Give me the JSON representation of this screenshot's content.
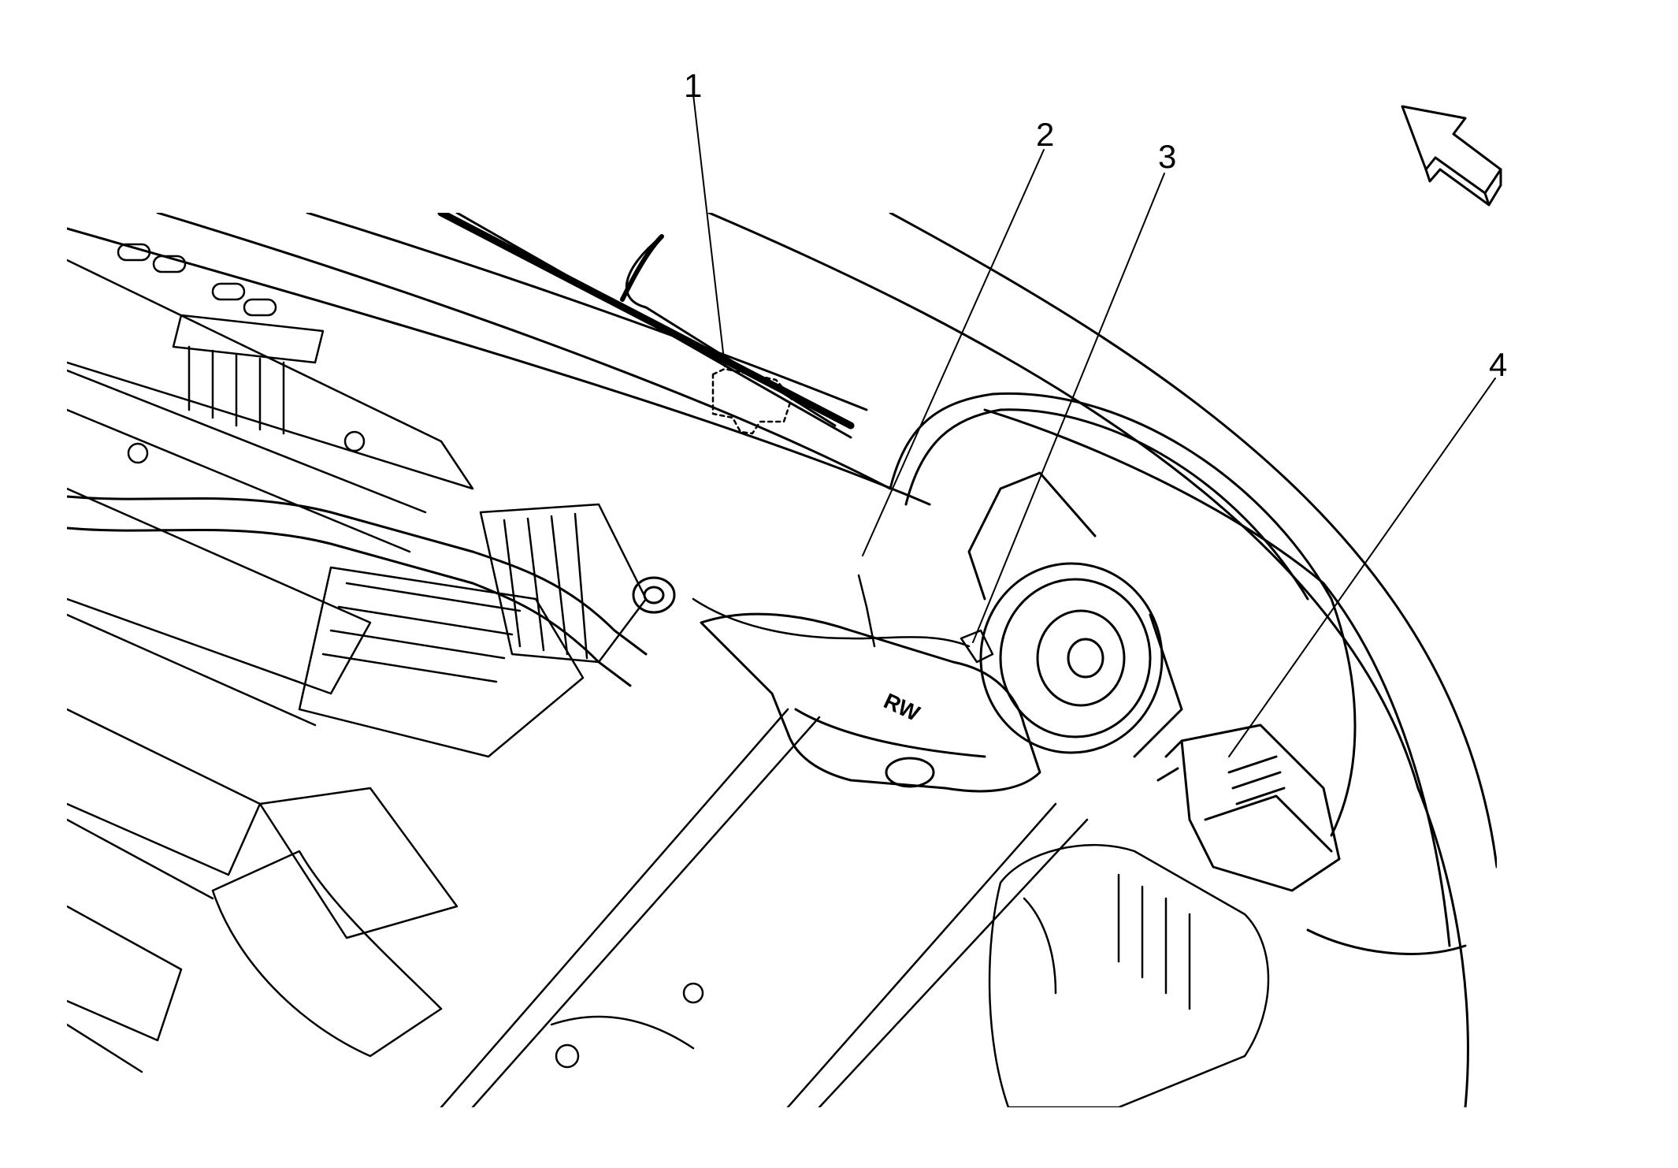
{
  "callouts": [
    {
      "id": "1",
      "label": "1"
    },
    {
      "id": "2",
      "label": "2"
    },
    {
      "id": "3",
      "label": "3"
    },
    {
      "id": "4",
      "label": "4"
    }
  ],
  "part_marking": "RW",
  "direction_indicator": "arrow-icon",
  "colors": {
    "line": "#000000",
    "background": "#ffffff"
  }
}
